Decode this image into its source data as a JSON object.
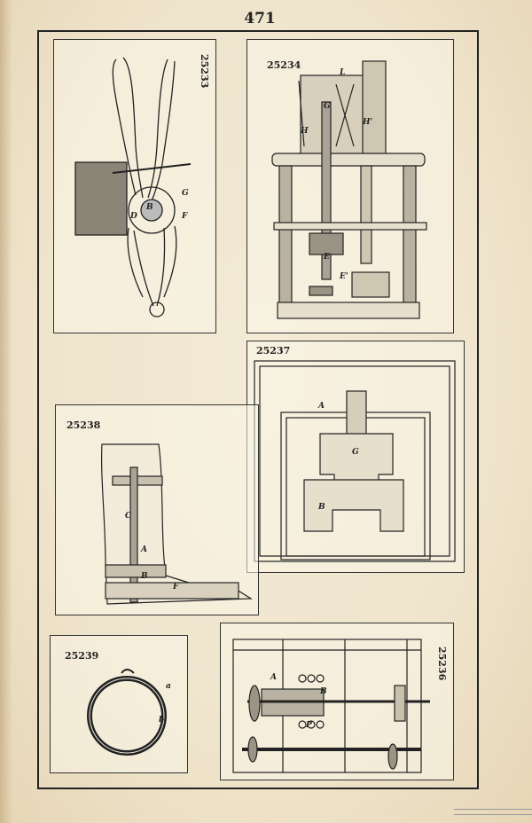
{
  "page": {
    "number": "471"
  },
  "figures": {
    "f25233": {
      "number": "25233",
      "letters": [
        "G",
        "F",
        "D",
        "B"
      ]
    },
    "f25234": {
      "number": "25234",
      "letters": [
        "H",
        "H'",
        "G",
        "L",
        "E",
        "E'"
      ]
    },
    "f25237": {
      "number": "25237",
      "letters": [
        "A",
        "G",
        "B"
      ]
    },
    "f25238": {
      "number": "25238",
      "letters": [
        "C",
        "A",
        "B",
        "F"
      ]
    },
    "f25239": {
      "number": "25239",
      "letters": [
        "a",
        "b"
      ]
    },
    "f25236": {
      "number": "25236",
      "letters": [
        "A",
        "B",
        "P"
      ]
    }
  }
}
